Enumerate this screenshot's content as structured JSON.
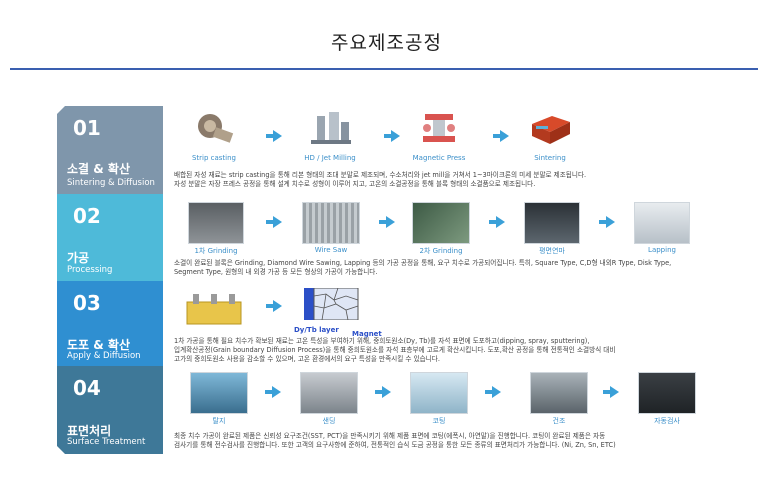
{
  "page_title": "주요제조공정",
  "steps": [
    {
      "num": "01",
      "ko": "소결 & 확산",
      "en": "Sintering & Diffusion",
      "items": [
        "Strip casting",
        "HD / Jet Milling",
        "Magnetic Press",
        "Sintering"
      ],
      "desc1": "배합된 자성 재료는 strip casting을 통해 리본 형태의 조대 분말로 제조되며, 수소처리와 jet mill을 거쳐서 1~3마이크론의 미세 분말로 제조됩니다.",
      "desc2": "자성 분말은 자장 프레스 공정을 통해 설계 치수로 성형이 이루어 지고, 고온의 소결공정을 통해 블록 형태의 소결품으로 제조됩니다."
    },
    {
      "num": "02",
      "ko": "가공",
      "en": "Processing",
      "items": [
        "1차 Grinding",
        "Wire Saw",
        "2차 Grinding",
        "평면연마",
        "Lapping"
      ],
      "desc1": "소결이 완료된 블록은 Grinding, Diamond Wire Sawing, Lapping 등의 가공 공정을 통해, 요구 치수로 가공되어집니다. 특히, Square Type, C,D형 내외R Type, Disk Type,",
      "desc2": "Segment Type, 원형의 내 외경 가공 등 모든 형상의 가공이 가능합니다."
    },
    {
      "num": "03",
      "ko": "도포 & 확산",
      "en": "Apply & Diffusion",
      "items": [
        "Dy/Tb layer",
        "Magnet"
      ],
      "desc1": "1차 가공을 통해 필요 치수가 확보된 재료는 고온 특성을 부여하기 위해, 중희토원소(Dy, Tb)를 자석 표면에 도포하고(dipping, spray, sputtering),",
      "desc2": "입계확산공정(Grain boundary Diffusion Process)을 통해 중희토원소를 자석 표층부에 고르게 확산시킵니다. 도포,확산 공정을 통해 전통적인 소결방식 대비",
      "desc3": "고가의 중희토원소 사용을 감소할 수 있으며, 고온 환경에서의 요구 특성을 만족시킬 수 있습니다."
    },
    {
      "num": "04",
      "ko": "표면처리",
      "en": "Surface Treatment",
      "items": [
        "탈지",
        "샌딩",
        "코팅",
        "건조",
        "자동검사"
      ],
      "desc1": "최종 치수 가공이 완료된 제품은 신뢰성 요구조건(SST, PCT)을 만족시키기 위해 제품 표면에 코팅(에폭시, 아연말)을 진행합니다. 코팅이 완료된 제품은 자동",
      "desc2": "검사기를 통해 전수검사를 진행합니다. 또한 고객의 요구사항에 준하여, 전통적인 습식 도금 공정을 통한 모든 종류의 표면처리가 가능합니다. (Ni, Zn, Sn, ETC)"
    }
  ],
  "colors": {
    "rule": "#3a5fb0",
    "step1": "#7f96ab",
    "step2": "#4ebad9",
    "step3": "#2f8fd1",
    "step4": "#3e7898",
    "arrow": "#3aa0d8"
  }
}
